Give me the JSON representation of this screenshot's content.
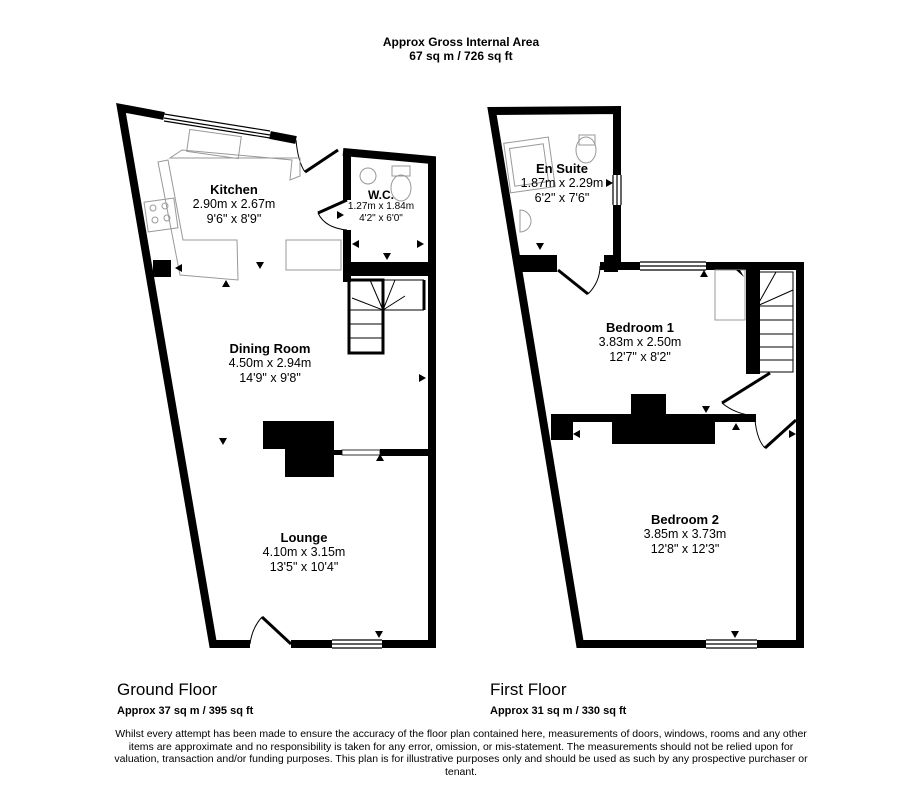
{
  "header": {
    "title": "Approx Gross Internal Area",
    "area": "67 sq m / 726 sq ft"
  },
  "ground_floor": {
    "title": "Ground Floor",
    "area": "Approx 37 sq m / 395 sq ft",
    "rooms": [
      {
        "name": "Kitchen",
        "metric": "2.90m x 2.67m",
        "imperial": "9'6\" x 8'9\""
      },
      {
        "name": "W.C.",
        "metric": "1.27m x 1.84m",
        "imperial": "4'2\" x 6'0\""
      },
      {
        "name": "Dining Room",
        "metric": "4.50m x 2.94m",
        "imperial": "14'9\" x 9'8\""
      },
      {
        "name": "Lounge",
        "metric": "4.10m x 3.15m",
        "imperial": "13'5\" x 10'4\""
      }
    ]
  },
  "first_floor": {
    "title": "First Floor",
    "area": "Approx 31 sq m / 330 sq ft",
    "rooms": [
      {
        "name": "En Suite",
        "metric": "1.87m x 2.29m",
        "imperial": "6'2\" x 7'6\""
      },
      {
        "name": "Bedroom 1",
        "metric": "3.83m x 2.50m",
        "imperial": "12'7\" x 8'2\""
      },
      {
        "name": "Bedroom 2",
        "metric": "3.85m x 3.73m",
        "imperial": "12'8\" x 12'3\""
      }
    ]
  },
  "disclaimer": "Whilst every attempt has been made to ensure the accuracy of the floor plan contained here, measurements of doors, windows, rooms and any other items are approximate and no responsibility is taken for any error, omission, or mis-statement. The measurements should not be relied upon for valuation, transaction and/or funding purposes. This plan is for illustrative purposes only and should be used as such by any prospective purchaser or tenant.",
  "colors": {
    "wall": "#000000",
    "fixture": "#999999",
    "background": "#ffffff"
  }
}
